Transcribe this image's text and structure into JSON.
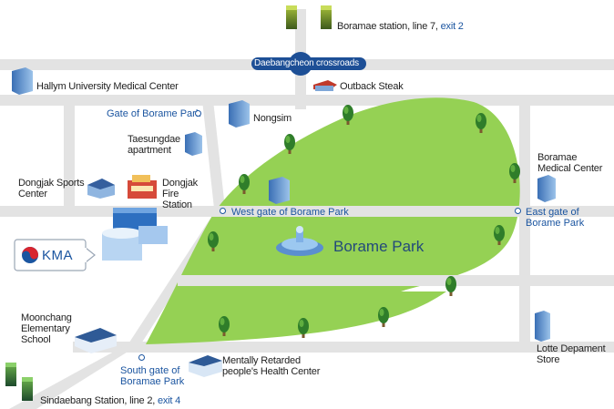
{
  "map": {
    "park_name": "Borame Park",
    "crossroads": "Daebangcheon crossroads",
    "kma_logo": "KMA",
    "colors": {
      "road": "#e3e3e3",
      "park": "#8fd14f",
      "park_light": "#b6e27a",
      "accent": "#1b55a0",
      "crossroads_badge": "#1d4f96"
    }
  },
  "stations": {
    "boramae": {
      "name": "Boramae station, line 7, ",
      "exit": "exit 2"
    },
    "sindaebang": {
      "name": "Sindaebang Station, line 2, ",
      "exit": "exit 4"
    }
  },
  "landmarks": {
    "hallym": "Hallym University Medical Center",
    "outback": "Outback Steak",
    "nongsim": "Nongsim",
    "taesungdae": "Taesungdae apartment",
    "dongjak_sports": "Dongjak Sports Center",
    "dongjak_fire": "Dongjak Fire Station",
    "boramae_medical": "Boramae Medical Center",
    "moonchang": "Moonchang Elementary School",
    "mentally": "Mentally Retarded people's Health Center",
    "lotte": "Lotte Depament Store"
  },
  "gates": {
    "gate_of_borame": "Gate of Borame Park",
    "west_gate": "West gate of Borame Park",
    "east_gate": "East gate of Borame Park",
    "south_gate": "South gate of Boramae Park"
  }
}
